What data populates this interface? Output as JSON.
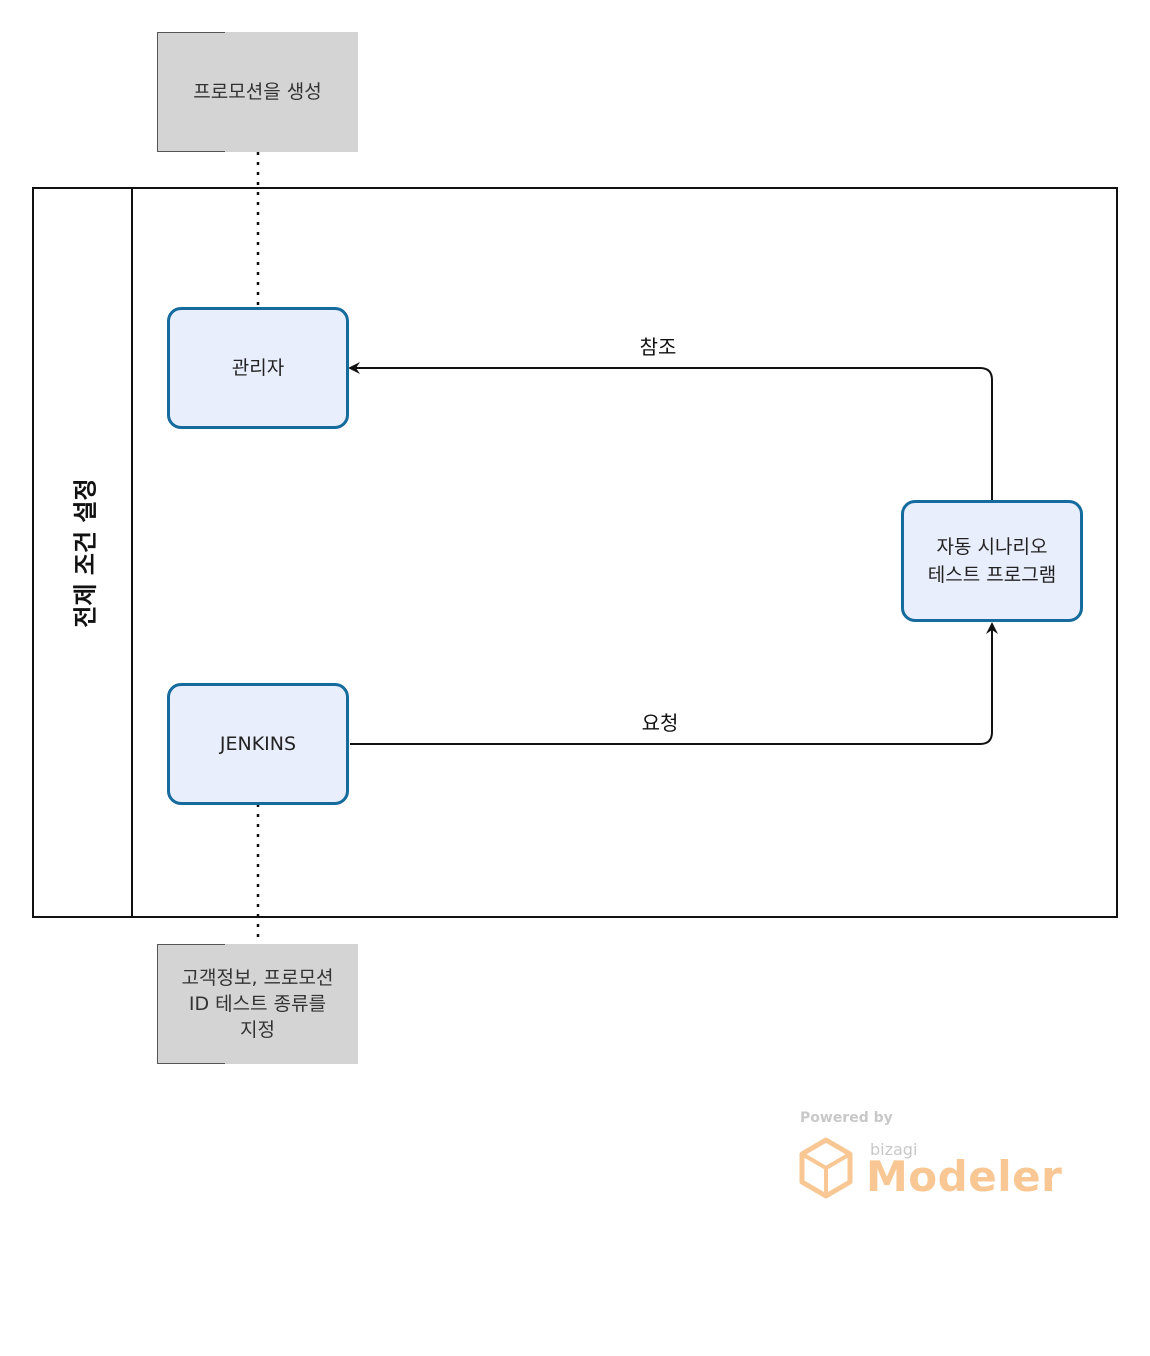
{
  "pool": {
    "title": "전제 조건 설정"
  },
  "annotations": {
    "top": "프로모션을 생성",
    "bottom": [
      "고객정보, 프로모션",
      "ID 테스트 종류를",
      "지정"
    ]
  },
  "tasks": {
    "manager": "관리자",
    "jenkins": "JENKINS",
    "auto_test": [
      "자동 시나리오",
      "테스트 프로그램"
    ]
  },
  "flows": {
    "reference": "참조",
    "request": "요청"
  },
  "watermark": {
    "powered_by": "Powered by",
    "brand": "bizagi",
    "product": "Modeler"
  },
  "colors": {
    "task_fill": "#e9eefc",
    "task_border": "#156a9e",
    "annotation_fill": "#d4d4d4",
    "watermark_orange": "#f39a3d"
  }
}
